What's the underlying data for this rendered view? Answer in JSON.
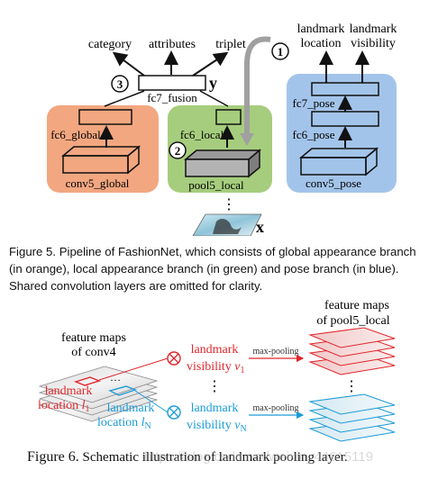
{
  "figure5": {
    "outputs_top": {
      "category": "category",
      "attributes": "attributes",
      "triplet": "triplet"
    },
    "fusion": {
      "layer": "fc7_fusion",
      "output_symbol": "y",
      "step": "3"
    },
    "global_branch": {
      "fc": "fc6_global",
      "conv": "conv5_global",
      "color": "#f2a780"
    },
    "local_branch": {
      "fc": "fc6_local",
      "pool": "pool5_local",
      "step": "2",
      "color": "#a6cd7d"
    },
    "pose_branch": {
      "outputs": [
        "landmark location",
        "landmark visibility"
      ],
      "out_location_line1": "landmark",
      "out_location_line2": "location",
      "out_visibility_line1": "landmark",
      "out_visibility_line2": "visibility",
      "fc7": "fc7_pose",
      "fc6": "fc6_pose",
      "conv": "conv5_pose",
      "step": "1",
      "color": "#a3c4ea"
    },
    "input_symbol": "x",
    "caption_label": "Figure 5.",
    "caption_text": "Pipeline of FashionNet, which consists of global appearance branch (in orange), local appearance branch (in green) and pose branch (in blue). Shared convolution layers are omitted for clarity."
  },
  "figure6": {
    "conv4_label_line1": "feature maps",
    "conv4_label_line2": "of conv4",
    "pool_label_line1": "feature maps",
    "pool_label_line2": "of pool5_local",
    "landmark_red_line1": "landmark",
    "landmark_red_line2": "location",
    "landmark_red_sym": "l",
    "landmark_red_sub": "1",
    "landmark_blue_line1": "landmark",
    "landmark_blue_line2": "location",
    "landmark_blue_sym": "l",
    "landmark_blue_sub": "N",
    "vis_red_line1": "landmark",
    "vis_red_line2": "visibility",
    "vis_red_sym": "v",
    "vis_red_sub": "1",
    "vis_blue_line1": "landmark",
    "vis_blue_line2": "visibility",
    "vis_blue_sym": "v",
    "vis_blue_sub": "N",
    "maxpool_red": "max-pooling",
    "maxpool_blue": "max-pooling",
    "ellipsis": "⋮",
    "caption_label": "Figure 6.",
    "caption_text": "Schematic illustration of landmark pooling layer.",
    "watermark": "https://blog.csdn.net/weixin_44615119",
    "colors": {
      "red": "#e0262b",
      "blue": "#1b9bd7"
    }
  }
}
